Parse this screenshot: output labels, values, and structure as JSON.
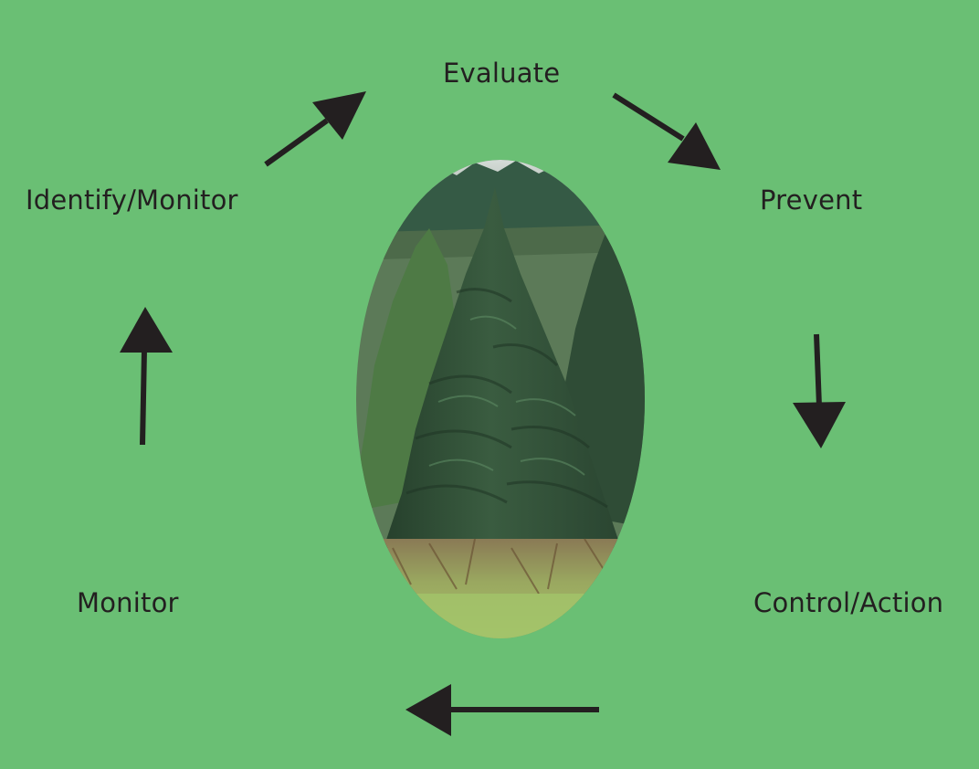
{
  "background_color": "#6abf74",
  "arrow_color": "#231f20",
  "text_color": "#231f20",
  "cycle_steps": [
    {
      "id": "evaluate",
      "label": "Evaluate"
    },
    {
      "id": "prevent",
      "label": "Prevent"
    },
    {
      "id": "control-action",
      "label": "Control/Action"
    },
    {
      "id": "monitor",
      "label": "Monitor"
    },
    {
      "id": "identify-monitor",
      "label": "Identify/Monitor"
    }
  ],
  "center_image": {
    "subject": "christmas-tree-photo",
    "shape": "ellipse"
  }
}
